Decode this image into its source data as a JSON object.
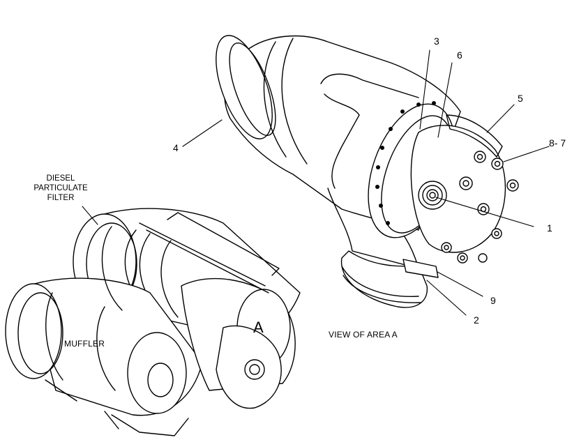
{
  "labels": {
    "dpf": [
      "DIESEL",
      "PARTICULATE",
      "FILTER"
    ],
    "muffler": "MUFFLER",
    "area_letter": "A",
    "view_caption": "VIEW OF AREA  A"
  },
  "callouts": {
    "c1": "1",
    "c2": "2",
    "c3": "3",
    "c4": "4",
    "c5": "5",
    "c6": "6",
    "c87": "8- 7",
    "c9": "9"
  },
  "colors": {
    "ink": "#000000",
    "paper": "#ffffff"
  }
}
